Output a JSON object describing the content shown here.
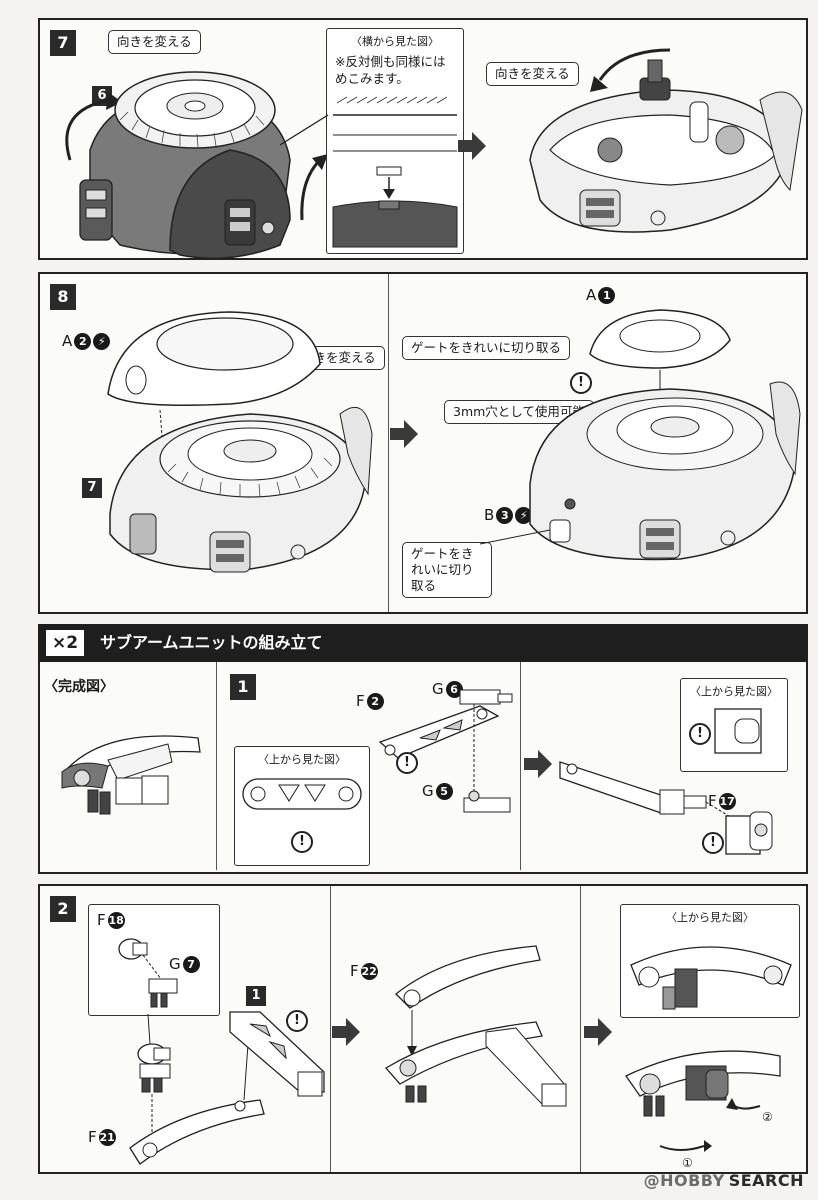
{
  "steps_top": {
    "step7": {
      "number": "7",
      "callout_turn": "向きを変える",
      "part_ref": "6",
      "side_view_title": "〈横から見た図〉",
      "side_view_note": "※反対側も同様にはめこみます。",
      "callout_turn_result": "向きを変える"
    },
    "step8": {
      "number": "8",
      "part_a2_letter": "A",
      "part_a2_num": "2",
      "callout_turn": "向きを変える",
      "part_ref": "7",
      "part_a1_letter": "A",
      "part_a1_num": "1",
      "gate_note_1": "ゲートをきれいに切り取る",
      "hole_note": "3mm穴として使用可能",
      "part_b3_letter": "B",
      "part_b3_num": "3",
      "gate_note_2": "ゲートをきれいに切り取る"
    }
  },
  "section": {
    "badge": "×2",
    "title": "サブアームユニットの組み立て"
  },
  "subarm": {
    "complete_label": "〈完成図〉",
    "step1": {
      "number": "1",
      "part_f2_letter": "F",
      "part_f2_num": "2",
      "part_g6_letter": "G",
      "part_g6_num": "6",
      "part_g5_letter": "G",
      "part_g5_num": "5",
      "top_view_title_1": "〈上から見た図〉",
      "top_view_title_2": "〈上から見た図〉",
      "part_f17_letter": "F",
      "part_f17_num": "17"
    },
    "step2": {
      "number": "2",
      "part_f18_letter": "F",
      "part_f18_num": "18",
      "part_g7_letter": "G",
      "part_g7_num": "7",
      "ref_1": "1",
      "part_f21_letter": "F",
      "part_f21_num": "21",
      "part_f22_letter": "F",
      "part_f22_num": "22",
      "top_view_title": "〈上から見た図〉",
      "marker_2": "②",
      "marker_1": "①"
    }
  },
  "watermark": {
    "logo": "@HOBBY",
    "text": "SEARCH"
  }
}
